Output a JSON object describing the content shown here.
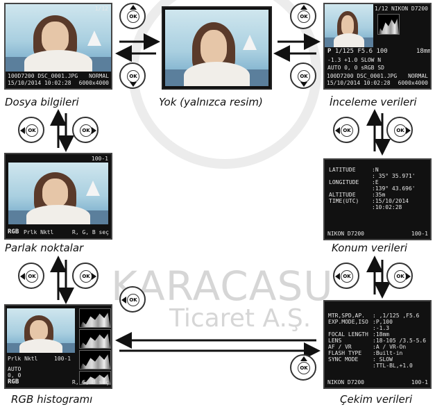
{
  "watermark": {
    "line1": "KARACASU",
    "line2": "Ticaret A.Ş."
  },
  "captions": {
    "file_info": "Dosya bilgileri",
    "none_image_only": "Yok (yalnızca resim)",
    "overview": "İnceleme verileri",
    "highlights": "Parlak noktalar",
    "location": "Konum verileri",
    "rgb_histogram": "RGB histogramı",
    "shooting": "Çekim verileri"
  },
  "ok_label": "OK",
  "file_info_screen": {
    "frame": "1/12",
    "line1": "100D7200 DSC_0001.JPG",
    "quality": "NORMAL",
    "line2": "15/10/2014 10:02:28",
    "size": "6000x4000"
  },
  "overview_screen": {
    "frame": "1/12",
    "camera": "NIKON D7200",
    "mode": "P",
    "shutter": "1/125",
    "aperture": "F5.6",
    "iso": "100",
    "focal": "18mm",
    "ev": "-1.3",
    "flash_ev": "+1.0",
    "flash_mode": "SLOW",
    "wb_prefix": "AUTO",
    "wb_a": "0,",
    "wb_b": "0",
    "colorspace": "sRGB",
    "wb_right": "N",
    "picture": "SD",
    "line1": "100D7200 DSC_0001.JPG",
    "quality": "NORMAL",
    "line2": "15/10/2014 10:02:28",
    "size": "6000x4000"
  },
  "highlights_screen": {
    "frame": "100-1",
    "rgb": "RGB",
    "label": "Prlk Nktl",
    "hint": "R, G, B seç"
  },
  "location_screen": {
    "rows": [
      {
        "k": "LATITUDE",
        "v": ":N"
      },
      {
        "k": "",
        "v": ": 35° 35.971'"
      },
      {
        "k": "LONGITUDE",
        "v": ":E"
      },
      {
        "k": "",
        "v": ":139° 43.696'"
      },
      {
        "k": "ALTITUDE",
        "v": ":35m"
      },
      {
        "k": "TIME(UTC)",
        "v": ":15/10/2014"
      },
      {
        "k": "",
        "v": ":10:02:28"
      }
    ],
    "camera": "NIKON D7200",
    "frame": "100-1"
  },
  "rgb_screen": {
    "frame": "100-1",
    "label": "Prlk Nktl",
    "wb": "AUTO",
    "zero1": "0",
    "zero2": ", 0",
    "rgb": "RGB",
    "hint": "R, G, B seç"
  },
  "shooting_screen": {
    "rows": [
      {
        "k": "MTR,SPD,AP.",
        "v": ":  ,1/125 ,F5.6"
      },
      {
        "k": "EXP.MODE,ISO",
        "v": ":P,100"
      },
      {
        "k": "",
        "v": ":-1.3"
      },
      {
        "k": "FOCAL LENGTH",
        "v": ":18mm"
      },
      {
        "k": "LENS",
        "v": ":18-105 /3.5-5.6"
      },
      {
        "k": "AF / VR",
        "v": ":A / VR-On"
      },
      {
        "k": "FLASH TYPE",
        "v": ":Built-in"
      },
      {
        "k": "SYNC MODE",
        "v": ": SLOW"
      },
      {
        "k": "",
        "v": ":TTL-BL,+1.0"
      }
    ],
    "camera": "NIKON D7200",
    "frame": "100-1"
  }
}
